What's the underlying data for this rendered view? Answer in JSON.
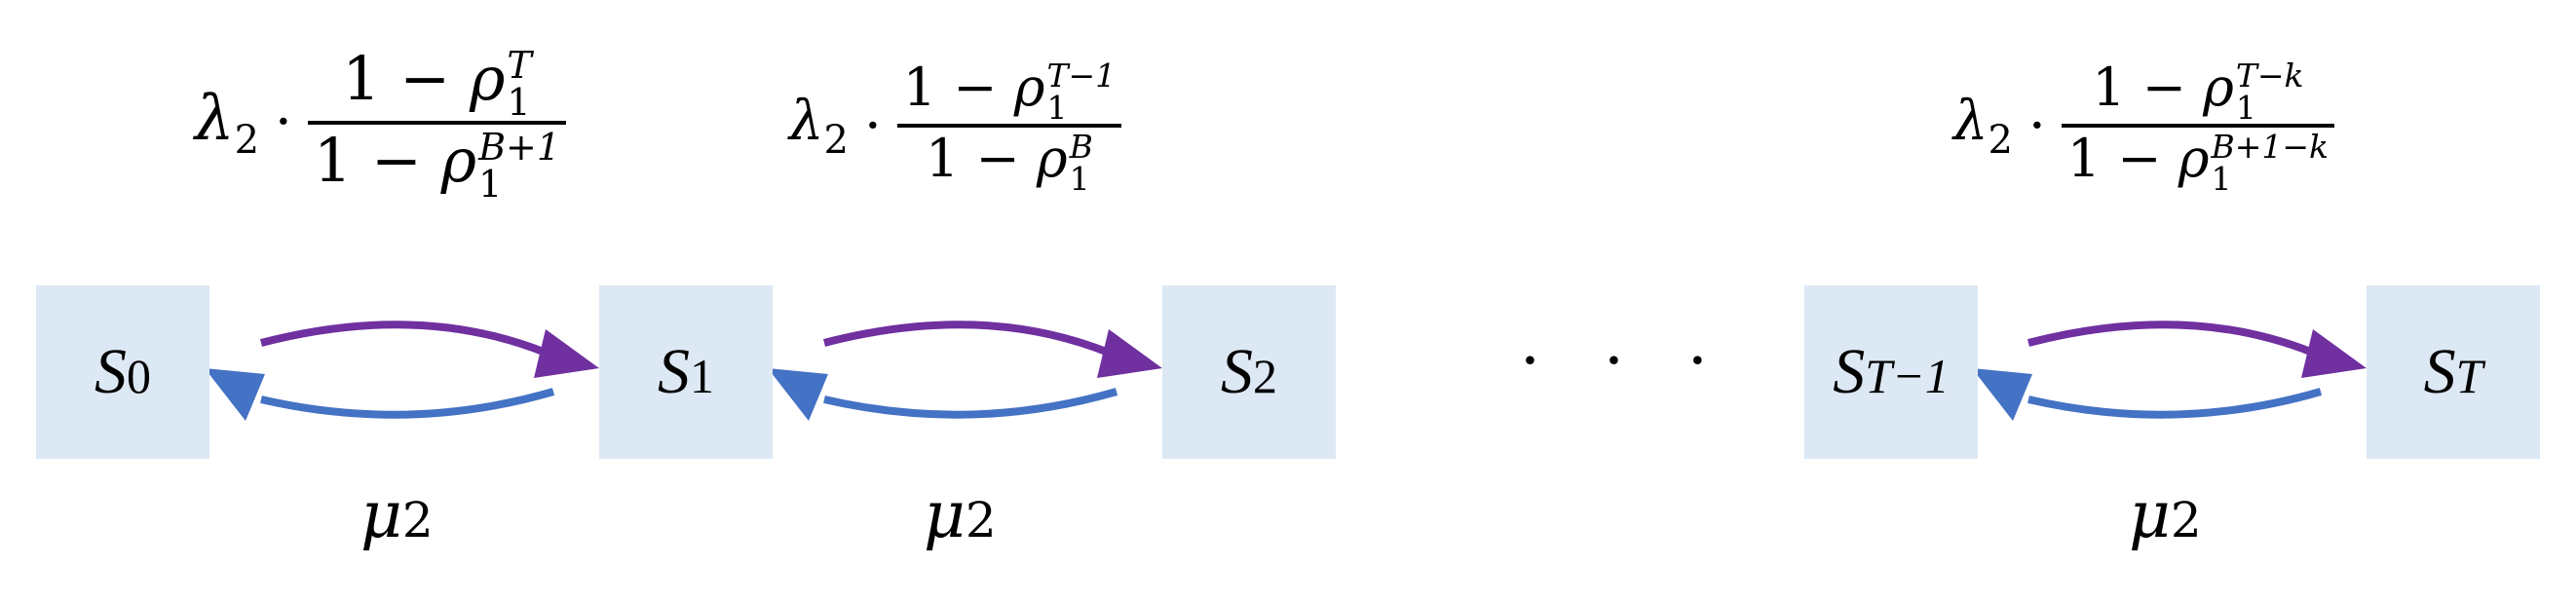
{
  "colors": {
    "forward_arrow": "#7030a0",
    "backward_arrow": "#4472c4",
    "state_fill": "#dce8f3"
  },
  "states": [
    {
      "base": "S",
      "sub": "0"
    },
    {
      "base": "S",
      "sub": "1"
    },
    {
      "base": "S",
      "sub": "2"
    },
    {
      "base": "S",
      "sub": "T−1"
    },
    {
      "base": "S",
      "sub": "T"
    }
  ],
  "ellipsis": "· · ·",
  "forward_rates": [
    {
      "lambda": "λ",
      "lambda_sub": "2",
      "dot": "·",
      "num": "1 − ",
      "num_rho": "ρ",
      "num_sup": "T",
      "num_sub": "1",
      "den": "1 − ",
      "den_rho": "ρ",
      "den_sup": "B+1",
      "den_sub": "1"
    },
    {
      "lambda": "λ",
      "lambda_sub": "2",
      "dot": "·",
      "num": "1 − ",
      "num_rho": "ρ",
      "num_sup": "T−1",
      "num_sub": "1",
      "den": "1 − ",
      "den_rho": "ρ",
      "den_sup": "B",
      "den_sub": "1"
    },
    {
      "lambda": "λ",
      "lambda_sub": "2",
      "dot": "·",
      "num": "1 − ",
      "num_rho": "ρ",
      "num_sup": "T−k",
      "num_sub": "1",
      "den": "1 − ",
      "den_rho": "ρ",
      "den_sup": "B+1−k",
      "den_sub": "1"
    }
  ],
  "backward_rates": [
    {
      "mu": "μ",
      "mu_sub": "2"
    },
    {
      "mu": "μ",
      "mu_sub": "2"
    },
    {
      "mu": "μ",
      "mu_sub": "2"
    }
  ]
}
